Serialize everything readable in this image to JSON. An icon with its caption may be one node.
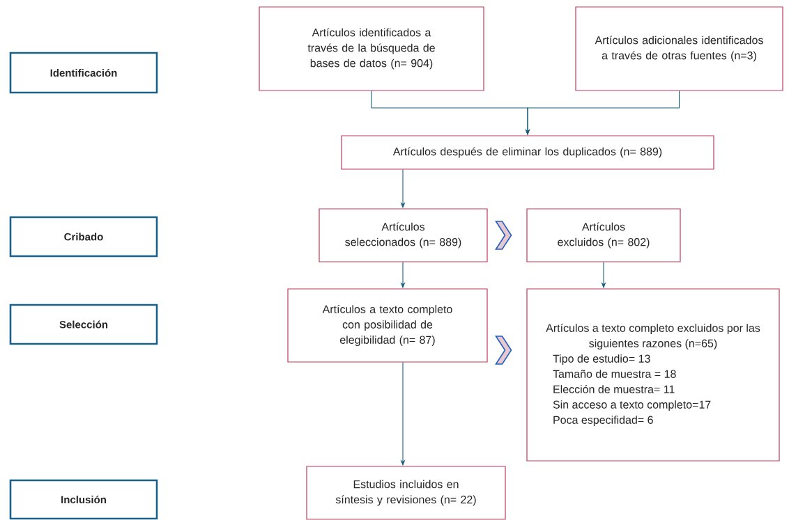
{
  "diagram": {
    "nodes": [
      {
        "text": [
          "Identificación"
        ]
      },
      {
        "text": [
          "Cribado"
        ]
      },
      {
        "text": [
          "Selección"
        ]
      },
      {
        "text": [
          "Inclusión"
        ]
      },
      {
        "text": [
          "Artículos identificados a través de la búsqueda de bases de datos (n= 904)"
        ]
      },
      {
        "text": [
          "Artículos adicionales identificados a través de otras fuentes (n=3)"
        ]
      },
      {
        "text": [
          "Artículos después de eliminar los duplicados (n= 889)"
        ]
      },
      {
        "text": [
          "Artículos seleccionados (n= 889)"
        ]
      },
      {
        "text": [
          "Artículos excluidos (n= 802)"
        ]
      },
      {
        "text": [
          "Artículos a texto completo con posibilidad de elegibilidad (n= 87)"
        ]
      },
      {
        "text": [
          "Artículos a texto completo excluidos por las siguientes razones (n=65)",
          "Tipo de estudio= 13",
          "Tamaño de muestra = 18",
          "Elección de muestra= 11",
          "Sin acceso a texto completo=17",
          "Poca especifidad= 6"
        ]
      },
      {
        "text": [
          "Estudios incluidos en síntesis y revisiones (n= 22)"
        ]
      }
    ],
    "edges": [
      {
        "from": 4,
        "to": 6,
        "arrow": "to"
      },
      {
        "from": 5,
        "to": 6,
        "arrow": "to"
      },
      {
        "from": 6,
        "to": 7,
        "arrow": "to"
      },
      {
        "from": 7,
        "to": 8,
        "arrow": "to"
      },
      {
        "from": 7,
        "to": 9,
        "arrow": "to"
      },
      {
        "from": 8,
        "to": 10,
        "arrow": "to"
      },
      {
        "from": 9,
        "to": 10,
        "arrow": "to"
      },
      {
        "from": 9,
        "to": 11,
        "arrow": "to"
      }
    ]
  }
}
